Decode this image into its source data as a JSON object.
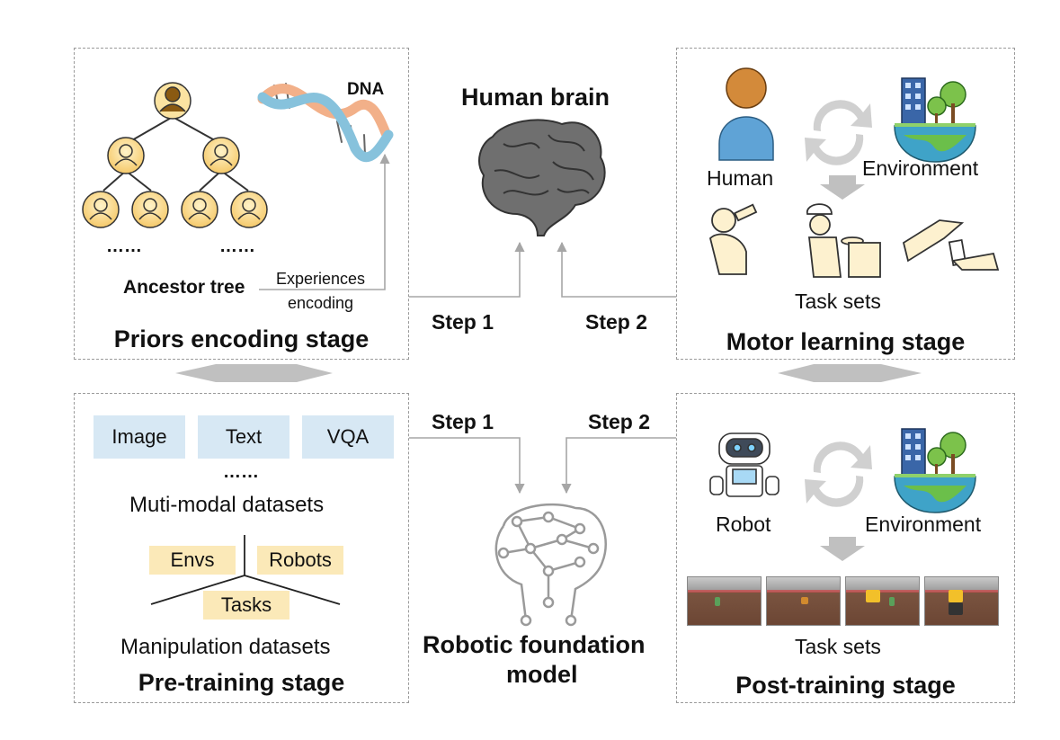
{
  "top_left": {
    "dna_label": "DNA",
    "ellipsis_left": "……",
    "ellipsis_right": "……",
    "ancestor_tree": "Ancestor tree",
    "experiences_1": "Experiences",
    "experiences_2": "encoding",
    "stage": "Priors encoding stage"
  },
  "top_center": {
    "title": "Human brain",
    "step1": "Step 1",
    "step2": "Step 2"
  },
  "top_right": {
    "human": "Human",
    "environment": "Environment",
    "task_sets": "Task sets",
    "stage": "Motor learning stage"
  },
  "bottom_left": {
    "chips": [
      "Image",
      "Text",
      "VQA"
    ],
    "ellipsis": "……",
    "multimodal": "Muti-modal datasets",
    "envs": "Envs",
    "robots": "Robots",
    "tasks": "Tasks",
    "manipulation": "Manipulation datasets",
    "stage": "Pre-training stage"
  },
  "bottom_center": {
    "step1": "Step 1",
    "step2": "Step 2",
    "title_1": "Robotic foundation",
    "title_2": "model"
  },
  "bottom_right": {
    "robot": "Robot",
    "environment": "Environment",
    "task_sets": "Task sets",
    "stage": "Post-training stage"
  },
  "colors": {
    "chip_blue": "#d7e8f4",
    "chip_yellow": "#fbe9b8",
    "arrow_gray": "#a6a6a6",
    "panel_border": "#9a9a9a"
  }
}
